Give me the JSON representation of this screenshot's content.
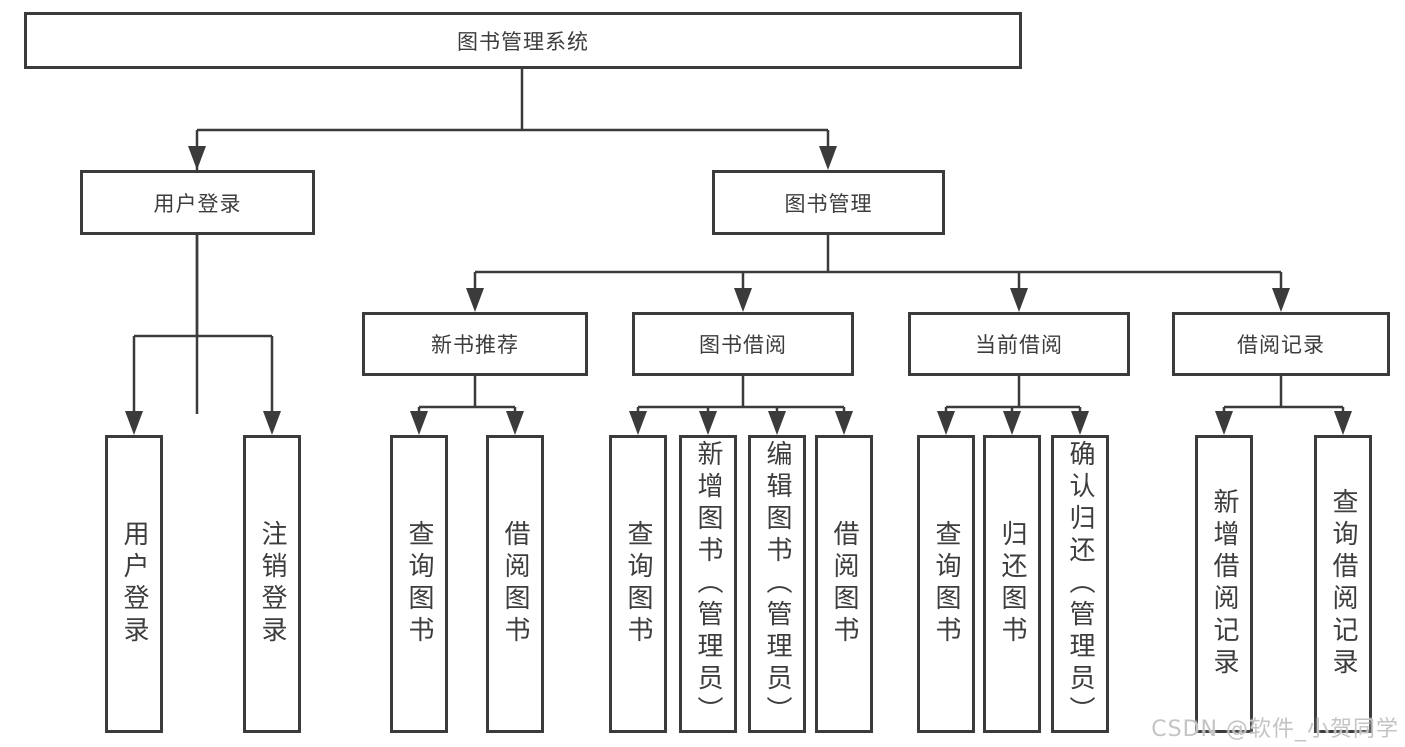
{
  "tree": {
    "root": {
      "label": "图书管理系统"
    },
    "branches": [
      {
        "label": "用户登录",
        "children": [
          {
            "label": "用户登录"
          },
          {
            "label": "注销登录"
          }
        ]
      },
      {
        "label": "图书管理",
        "children": [
          {
            "label": "新书推荐",
            "children": [
              {
                "label": "查询图书"
              },
              {
                "label": "借阅图书"
              }
            ]
          },
          {
            "label": "图书借阅",
            "children": [
              {
                "label": "查询图书"
              },
              {
                "label": "新增图书（管理员）"
              },
              {
                "label": "编辑图书（管理员）"
              },
              {
                "label": "借阅图书"
              }
            ]
          },
          {
            "label": "当前借阅",
            "children": [
              {
                "label": "查询图书"
              },
              {
                "label": "归还图书"
              },
              {
                "label": "确认归还（管理员）"
              }
            ]
          },
          {
            "label": "借阅记录",
            "children": [
              {
                "label": "新增借阅记录"
              },
              {
                "label": "查询借阅记录"
              }
            ]
          }
        ]
      }
    ]
  },
  "watermark": {
    "text": "CSDN @软件_小贺同学"
  },
  "colors": {
    "line": "#3b3b3b",
    "text": "#3d3d3d",
    "watermark": "#c4c4c4",
    "background": "#ffffff"
  }
}
